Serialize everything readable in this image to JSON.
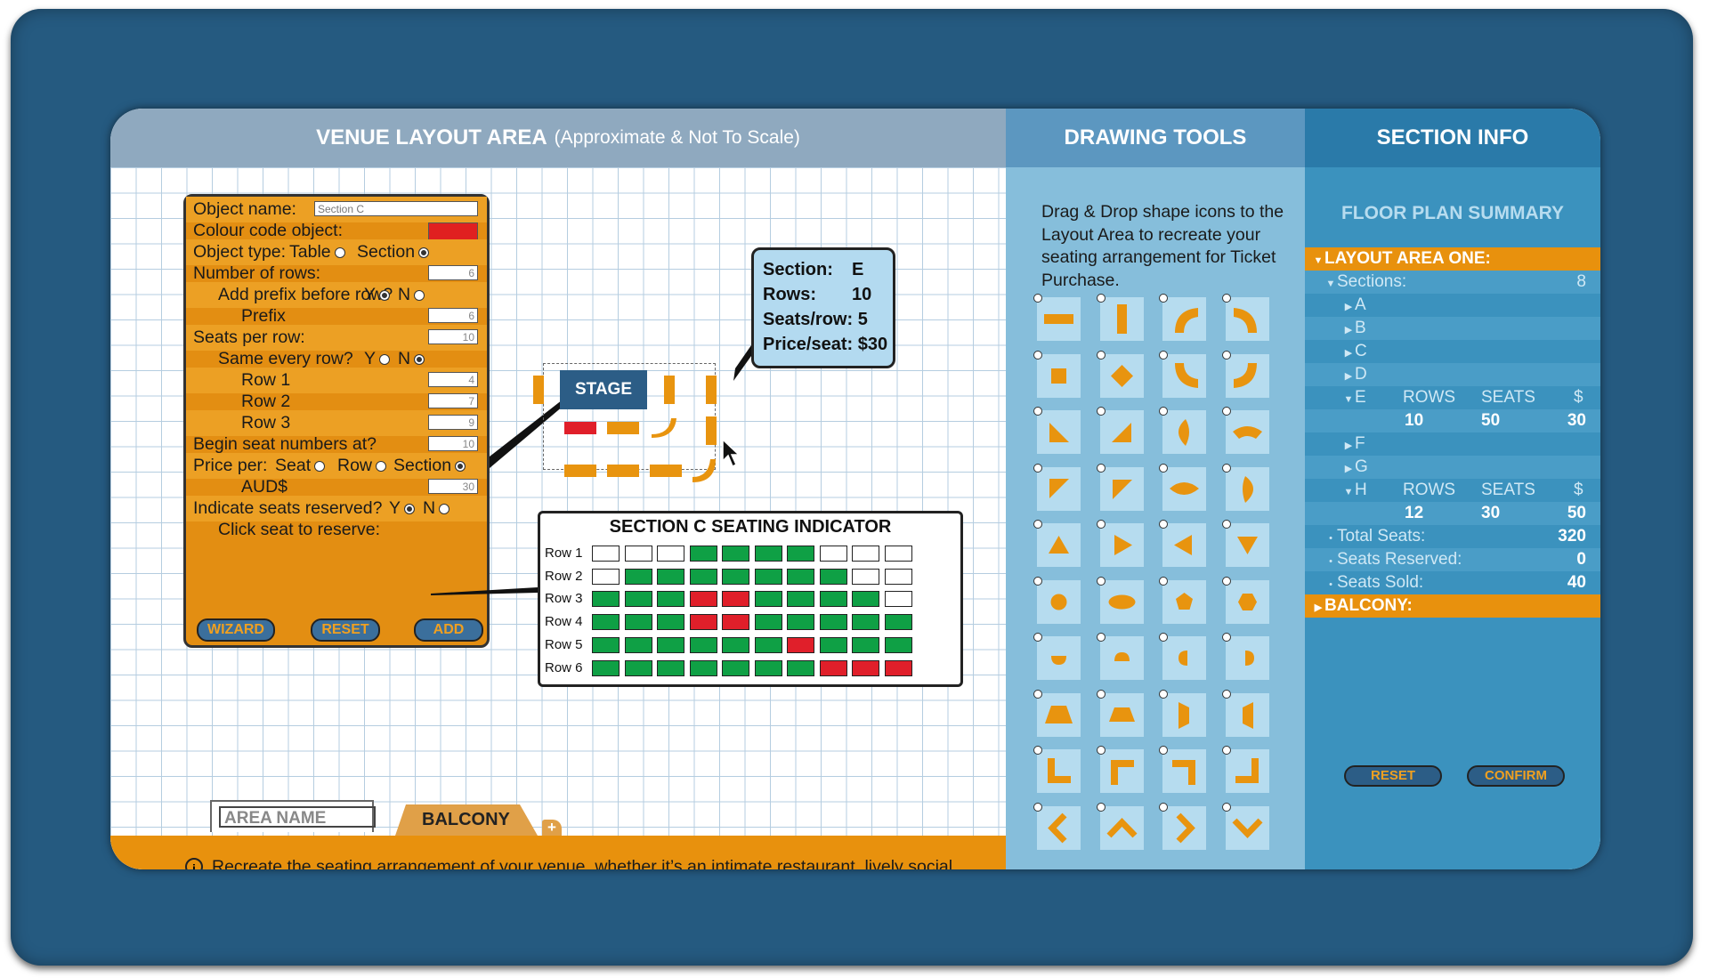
{
  "headers": {
    "venue_title": "VENUE LAYOUT AREA",
    "venue_subtitle": "(Approximate & Not To Scale)",
    "drawing_tools": "DRAWING TOOLS",
    "section_info": "SECTION INFO"
  },
  "form": {
    "object_name_label": "Object name:",
    "object_name_value": "Section C",
    "colour_code_label": "Colour code object:",
    "colour_code_value": "#e02020",
    "object_type_label": "Object type:",
    "object_type_table": "Table",
    "object_type_section": "Section",
    "rows_label": "Number of rows:",
    "rows_value": "6",
    "prefix_question": "Add prefix before row?",
    "y": "Y",
    "n": "N",
    "prefix_label": "Prefix",
    "prefix_value": "6",
    "seats_per_row_label": "Seats per row:",
    "seats_per_row_value": "10",
    "same_every_row": "Same every row?",
    "row1_label": "Row 1",
    "row1_value": "4",
    "row2_label": "Row 2",
    "row2_value": "7",
    "row3_label": "Row 3",
    "row3_value": "9",
    "begin_seat_label": "Begin seat numbers at?",
    "begin_seat_value": "10",
    "price_per_label": "Price per:",
    "price_seat": "Seat",
    "price_row": "Row",
    "price_section": "Section",
    "currency_label": "AUD$",
    "currency_value": "30",
    "reserved_question": "Indicate seats reserved?",
    "click_seat": "Click seat to reserve:",
    "wizard": "WIZARD",
    "reset": "RESET",
    "add": "ADD"
  },
  "stage_label": "STAGE",
  "callout": {
    "section_label": "Section:",
    "section_value": "E",
    "rows_label": "Rows:",
    "rows_value": "10",
    "seats_label": "Seats/row:",
    "seats_value": "5",
    "price_label": "Price/seat:",
    "price_value": "$30"
  },
  "indicator": {
    "title": "SECTION C SEATING INDICATOR",
    "colors": {
      "empty": "#ffffff",
      "available": "#0fa045",
      "reserved": "#e01f2a"
    },
    "rows": [
      {
        "label": "Row 1",
        "seats": [
          "e",
          "e",
          "e",
          "a",
          "a",
          "a",
          "a",
          "e",
          "e",
          "e"
        ]
      },
      {
        "label": "Row 2",
        "seats": [
          "e",
          "a",
          "a",
          "a",
          "a",
          "a",
          "a",
          "a",
          "e",
          "e"
        ]
      },
      {
        "label": "Row 3",
        "seats": [
          "a",
          "a",
          "a",
          "r",
          "r",
          "a",
          "a",
          "a",
          "a",
          "e"
        ]
      },
      {
        "label": "Row 4",
        "seats": [
          "a",
          "a",
          "a",
          "r",
          "r",
          "a",
          "a",
          "a",
          "a",
          "a"
        ]
      },
      {
        "label": "Row 5",
        "seats": [
          "a",
          "a",
          "a",
          "a",
          "a",
          "a",
          "r",
          "a",
          "a",
          "a"
        ]
      },
      {
        "label": "Row 6",
        "seats": [
          "a",
          "a",
          "a",
          "a",
          "a",
          "a",
          "a",
          "r",
          "r",
          "r"
        ]
      }
    ]
  },
  "tabs": {
    "area_name_placeholder": "AREA NAME",
    "balcony": "BALCONY",
    "add": "+"
  },
  "footer": {
    "info_glyph": "i",
    "text": "Recreate the seating arrangement of your venue, whether it’s an intimate restaurant, lively social hall, crazy gig place or massive sports stadium. Allocate seats per section and price per seat. Use our helpful Wizard or input the data yourself."
  },
  "drawing": {
    "instructions": "Drag & Drop shape icons to the Layout Area to recreate your seating arrangement for Ticket Purchase.",
    "shape_color": "#e8940f",
    "shapes": [
      "hbar",
      "vbar",
      "arc-tl",
      "arc-tr",
      "square",
      "diamond",
      "arc-bl",
      "arc-br",
      "tri-bl",
      "tri-br",
      "lens-v",
      "fan",
      "tri-tl",
      "tri-tr",
      "lip",
      "lens-v2",
      "tri-up",
      "tri-right",
      "tri-left",
      "tri-down",
      "circle",
      "ellipse",
      "pentagon",
      "hexagon",
      "half-down",
      "half-up",
      "half-left",
      "half-right",
      "trap-up",
      "trap-up2",
      "trap-right",
      "trap-left",
      "corner-bl",
      "corner-tl",
      "corner-tr",
      "corner-br",
      "chevron-left",
      "chevron-up",
      "chevron-right",
      "chevron-down"
    ]
  },
  "info": {
    "summary_title": "FLOOR PLAN SUMMARY",
    "layout_one": "LAYOUT AREA ONE:",
    "sections_label": "Sections:",
    "sections_value": "8",
    "a": "A",
    "b": "B",
    "c": "C",
    "d": "D",
    "e": "E",
    "f": "F",
    "g": "G",
    "h": "H",
    "rows_h": "ROWS",
    "seats_h": "SEATS",
    "dollar_h": "$",
    "e_rows": "10",
    "e_seats": "50",
    "e_price": "30",
    "h_rows": "12",
    "h_seats": "30",
    "h_price": "50",
    "total_label": "Total Seats:",
    "total_value": "320",
    "reserved_label": "Seats Reserved:",
    "reserved_value": "0",
    "sold_label": "Seats Sold:",
    "sold_value": "40",
    "balcony": "BALCONY:",
    "reset": "RESET",
    "confirm": "CONFIRM"
  }
}
